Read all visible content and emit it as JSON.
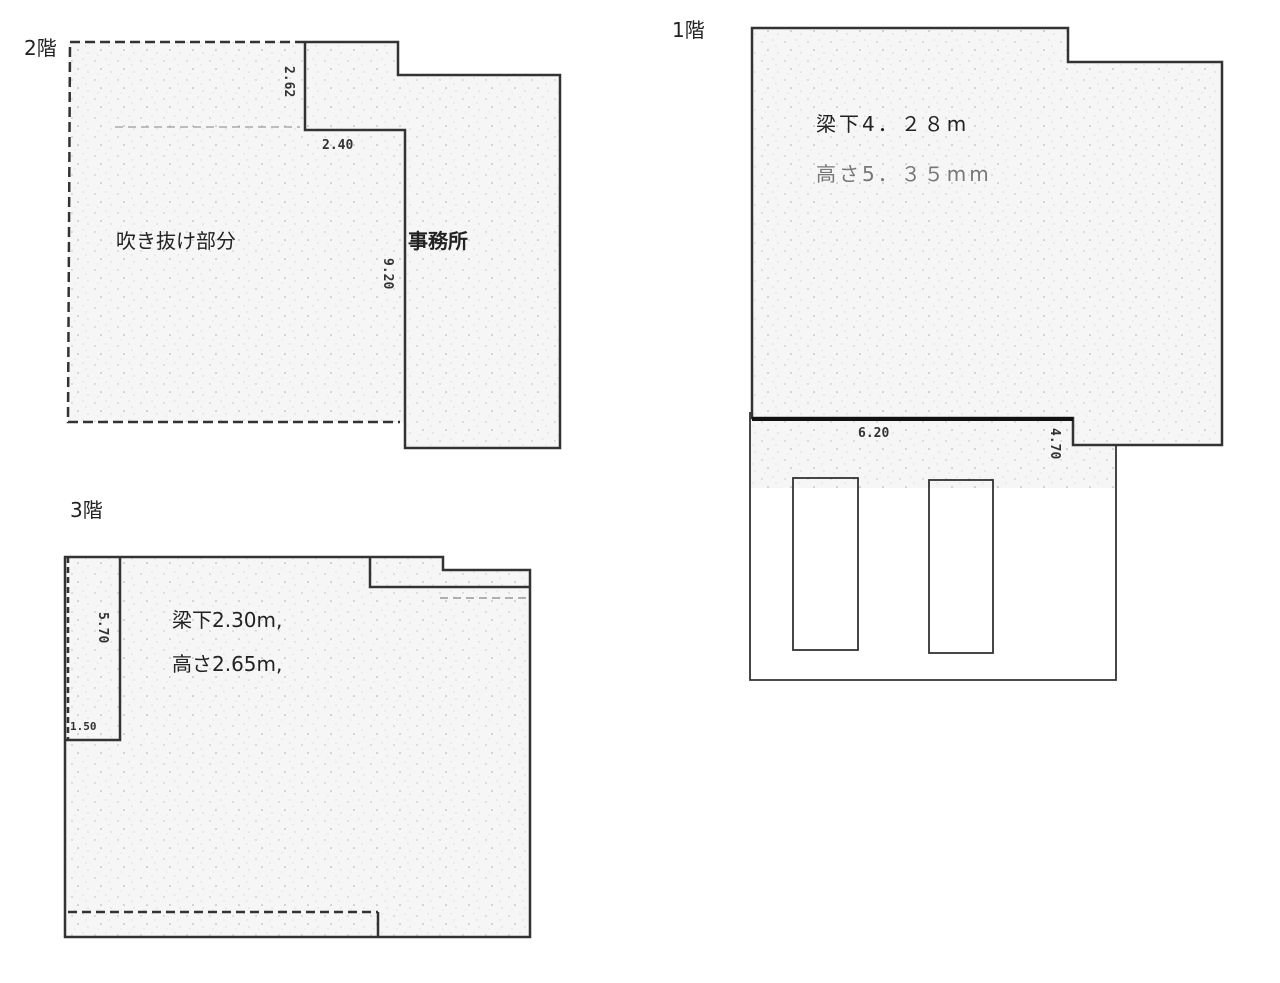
{
  "floor2": {
    "title": "2階",
    "void_label": "吹き抜け部分",
    "office_label": "事務所",
    "dims": {
      "top_notch_height": "2.62",
      "notch_width": "2.40",
      "wall_length": "9.20"
    }
  },
  "floor3": {
    "title": "3階",
    "beam_clearance": "梁下2.30m,",
    "height": "高さ2.65m,",
    "dims": {
      "left_strip_length": "5.70",
      "left_strip_width": "1.50"
    }
  },
  "floor1": {
    "title": "1階",
    "beam_clearance": "梁下4．２８m",
    "height": "高さ5．３５mm",
    "dims": {
      "front_width": "6.20",
      "step_depth": "4.70"
    }
  },
  "colors": {
    "line": "#222222",
    "fill": "#f4f4f4"
  }
}
